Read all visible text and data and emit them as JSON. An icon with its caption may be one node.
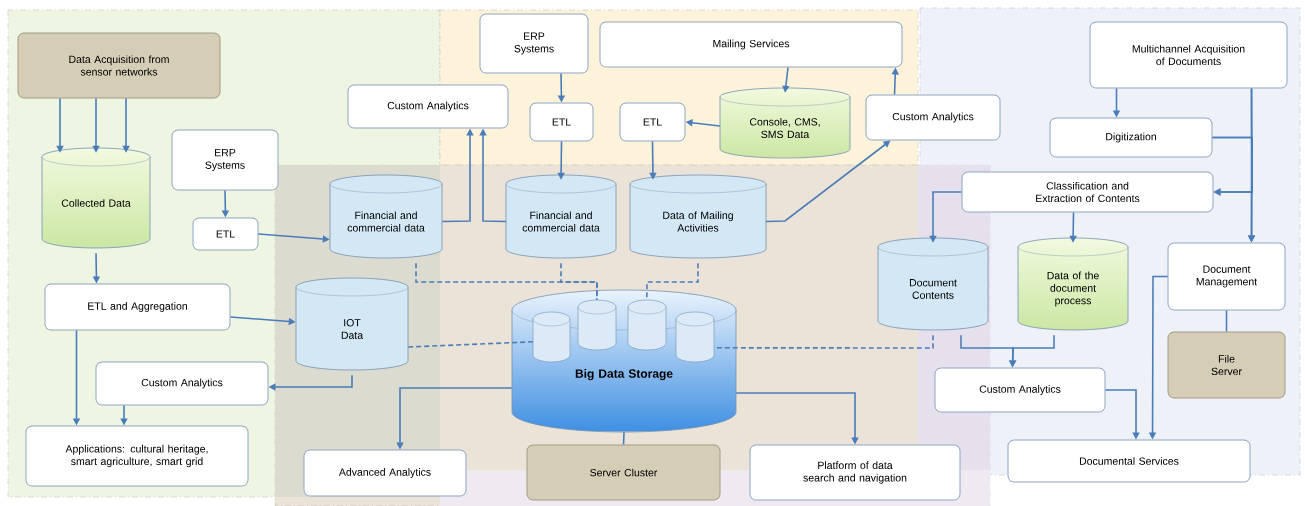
{
  "diagram": {
    "nodes": [
      {
        "text": [
          "Data Acquisition from sensor networks"
        ]
      },
      {
        "text": [
          "Collected Data"
        ]
      },
      {
        "text": [
          "ERP Systems"
        ]
      },
      {
        "text": [
          "ETL"
        ]
      },
      {
        "text": [
          "Custom Analytics"
        ]
      },
      {
        "text": [
          "Financial and commercial data"
        ]
      },
      {
        "text": [
          "ERP Systems"
        ]
      },
      {
        "text": [
          "Mailing Services"
        ]
      },
      {
        "text": [
          "ETL"
        ]
      },
      {
        "text": [
          "ETL"
        ]
      },
      {
        "text": [
          "Console, CMS, SMS Data"
        ]
      },
      {
        "text": [
          "Financial and commercial data"
        ]
      },
      {
        "text": [
          "Data of Mailing Activities"
        ]
      },
      {
        "text": [
          "Custom Analytics"
        ]
      },
      {
        "text": [
          "Multichannel Acquisition of Documents"
        ]
      },
      {
        "text": [
          "Digitization"
        ]
      },
      {
        "text": [
          "Classification and Extraction of Contents"
        ]
      },
      {
        "text": [
          "Document Contents"
        ]
      },
      {
        "text": [
          "Data of the document process"
        ]
      },
      {
        "text": [
          "Document Management"
        ]
      },
      {
        "text": [
          "File Server"
        ]
      },
      {
        "text": [
          "IOT Data"
        ]
      },
      {
        "text": [
          "ETL and  Aggregation"
        ]
      },
      {
        "text": [
          "Custom Analytics"
        ]
      },
      {
        "text": [
          "Applications: cultural heritage, smart agriculture, smart grid"
        ]
      },
      {
        "text": [
          "Big Data Storage"
        ]
      },
      {
        "text": [
          "Advanced Analytics"
        ]
      },
      {
        "text": [
          "Server Cluster"
        ]
      },
      {
        "text": [
          "Platform of data search and navigation"
        ]
      },
      {
        "text": [
          "Custom Analytics"
        ]
      },
      {
        "text": [
          "Documental Services"
        ]
      }
    ],
    "edges": [
      {
        "from": 0,
        "to": 1,
        "arrow": "to"
      },
      {
        "from": 0,
        "to": 1,
        "arrow": "to"
      },
      {
        "from": 0,
        "to": 1,
        "arrow": "to"
      },
      {
        "from": 1,
        "to": 22,
        "arrow": "to"
      },
      {
        "from": 2,
        "to": 3,
        "arrow": "to"
      },
      {
        "from": 3,
        "to": 5,
        "arrow": "to"
      },
      {
        "from": 5,
        "to": 4,
        "arrow": "to"
      },
      {
        "from": 11,
        "to": 4,
        "arrow": "to"
      },
      {
        "from": 6,
        "to": 8,
        "arrow": "to"
      },
      {
        "from": 8,
        "to": 11,
        "arrow": "to"
      },
      {
        "from": 7,
        "to": 10,
        "arrow": "to"
      },
      {
        "from": 10,
        "to": 9,
        "arrow": "to"
      },
      {
        "from": 9,
        "to": 12,
        "arrow": "to"
      },
      {
        "from": 12,
        "to": 13,
        "arrow": "to"
      },
      {
        "from": 13,
        "to": 7,
        "arrow": "to"
      },
      {
        "from": 14,
        "to": 15,
        "arrow": "to"
      },
      {
        "from": 14,
        "to": 16,
        "arrow": "to"
      },
      {
        "from": 14,
        "to": 19,
        "arrow": "to"
      },
      {
        "from": 15,
        "to": 16,
        "arrow": "to"
      },
      {
        "from": 15,
        "to": 19,
        "arrow": "to"
      },
      {
        "from": 16,
        "to": 17,
        "arrow": "to"
      },
      {
        "from": 16,
        "to": 18,
        "arrow": "to"
      },
      {
        "from": 17,
        "to": 29,
        "arrow": "to"
      },
      {
        "from": 18,
        "to": 29,
        "arrow": "to"
      },
      {
        "from": 29,
        "to": 30,
        "arrow": "to"
      },
      {
        "from": 19,
        "to": 30,
        "arrow": "to"
      },
      {
        "from": 19,
        "to": 20,
        "arrow": "none"
      },
      {
        "from": 22,
        "to": 21,
        "arrow": "to"
      },
      {
        "from": 22,
        "to": 24,
        "arrow": "to"
      },
      {
        "from": 21,
        "to": 23,
        "arrow": "to"
      },
      {
        "from": 23,
        "to": 24,
        "arrow": "to"
      },
      {
        "from": 25,
        "to": 26,
        "arrow": "to"
      },
      {
        "from": 25,
        "to": 28,
        "arrow": "to"
      },
      {
        "from": 25,
        "to": 27,
        "arrow": "none"
      },
      {
        "from": 21,
        "to": 25,
        "arrow": "none",
        "style": "dashed"
      },
      {
        "from": 5,
        "to": 25,
        "arrow": "none",
        "style": "dashed"
      },
      {
        "from": 11,
        "to": 25,
        "arrow": "none",
        "style": "dashed"
      },
      {
        "from": 12,
        "to": 25,
        "arrow": "none",
        "style": "dashed"
      },
      {
        "from": 17,
        "to": 25,
        "arrow": "none",
        "style": "dashed"
      }
    ]
  }
}
